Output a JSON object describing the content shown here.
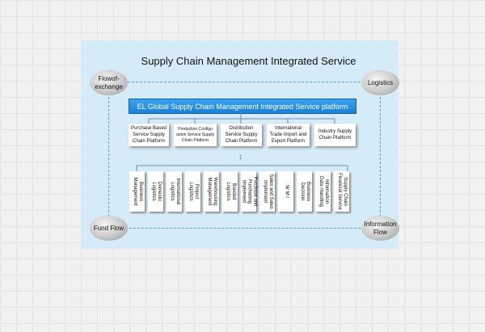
{
  "title": "Supply Chain Management Integrated Service",
  "corners": {
    "top_left": "Flowof-\nexchange",
    "top_right": "Logistics",
    "bottom_left": "Fund Flow",
    "bottom_right": "Information\nFlow"
  },
  "main_platform": "EL Global Supply Chain Management Integrated Service platform",
  "platforms": [
    "Purchase Based\nService Supply\nChain Platform",
    "Production Configu\nration Service Supply\nChain Platform",
    "Distribution\nService Supply\nChain Platform",
    "International\nTrade Import and\nExport Platform",
    "Industry Supply\nChain Platform"
  ],
  "services": [
    "Business\nManagement",
    "Domestic\nLogistics",
    "International\nLogistics",
    "Project\nLogistics",
    "Warehousing\nManagement",
    "Bonded\nLogistics",
    "Purchase and\nPurchasing\nImplement",
    "Sales and Sales\nImplement",
    "W M I",
    "Business\nDecision",
    "Information\nData Handling",
    "Supply Chain\nFinancial Service"
  ]
}
